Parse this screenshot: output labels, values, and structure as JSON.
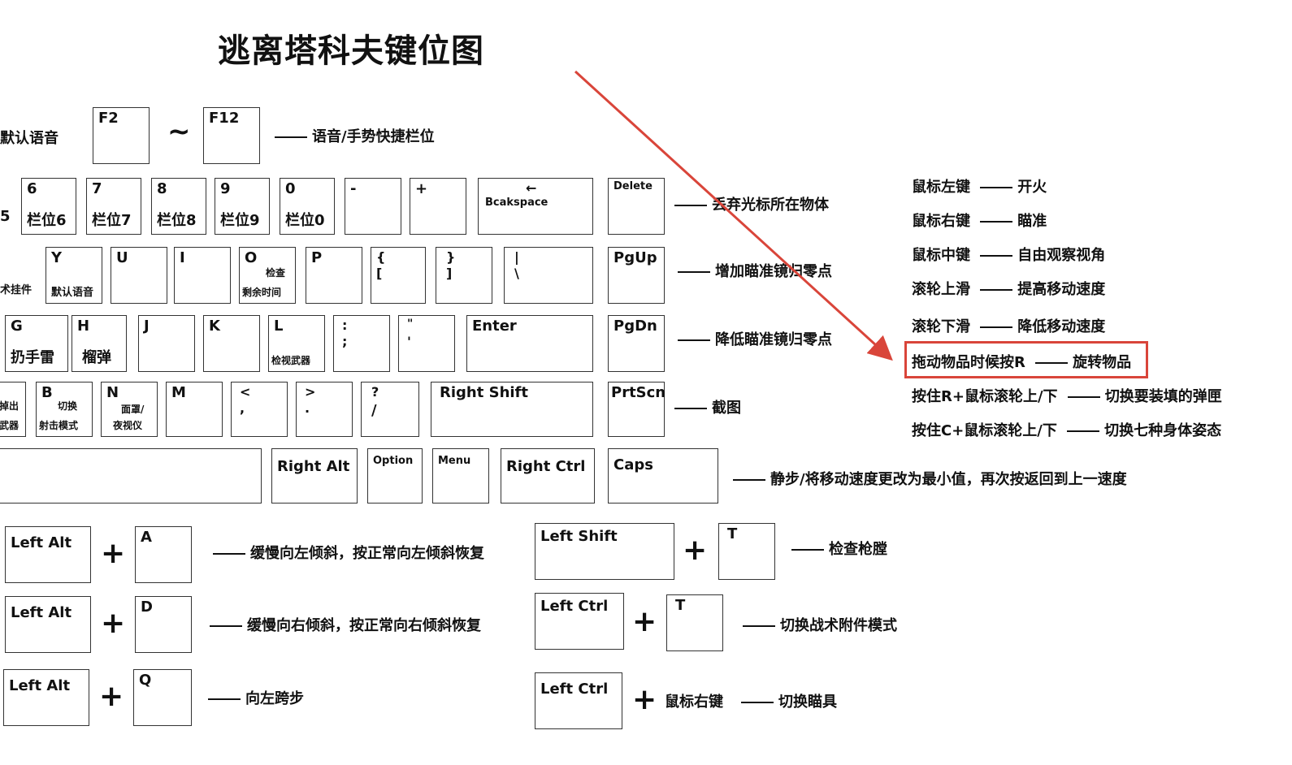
{
  "title": "逃离塔科夫键位图",
  "fkeys": {
    "left_fragment": "默认语音",
    "f2": "F2",
    "tilde": "~",
    "f12": "F12",
    "desc": "语音/手势快捷栏位"
  },
  "row_numbers": {
    "frag_left": "5",
    "k6_top": "6",
    "k6_bot": "栏位6",
    "k7_top": "7",
    "k7_bot": "栏位7",
    "k8_top": "8",
    "k8_bot": "栏位8",
    "k9_top": "9",
    "k9_bot": "栏位9",
    "k0_top": "0",
    "k0_bot": "栏位0",
    "minus": "-",
    "plus": "+",
    "backspace_arrow": "←",
    "backspace": "Bcakspace",
    "delete": "Delete",
    "delete_desc": "丢弃光标所在物体"
  },
  "row_qwerty": {
    "frag_left": "术挂件",
    "y_top": "Y",
    "y_bot": "默认语音",
    "u": "U",
    "i": "I",
    "o_top": "O",
    "o_side": "检查",
    "o_bot": "剩余时间",
    "p": "P",
    "lbrace": "{",
    "lbracket": "[",
    "rbrace": "}",
    "rbracket": "]",
    "pipe": "|",
    "backslash": "\\",
    "pgup": "PgUp",
    "pgup_desc": "增加瞄准镜归零点"
  },
  "row_home": {
    "g_top": "G",
    "g_bot": "扔手雷",
    "h_top": "H",
    "h_bot": "榴弹",
    "j": "J",
    "k": "K",
    "l_top": "L",
    "l_bot": "检视武器",
    "colon": ":",
    "semicolon": ";",
    "quote": "\"",
    "apos": "'",
    "enter": "Enter",
    "pgdn": "PgDn",
    "pgdn_desc": "降低瞄准镜归零点"
  },
  "row_bottom": {
    "frag_left_1": "掉出",
    "frag_left_2": "武器",
    "b_top": "B",
    "b_side": "切换",
    "b_bot": "射击模式",
    "n_top": "N",
    "n_side": "面罩/",
    "n_bot": "夜视仪",
    "m": "M",
    "lt": "<",
    "comma": ",",
    "gt": ">",
    "dot": ".",
    "question": "?",
    "slash": "/",
    "rshift": "Right Shift",
    "prtscn": "PrtScn",
    "prtscn_desc": "截图"
  },
  "row_space": {
    "ralt": "Right Alt",
    "option": "Option",
    "menu": "Menu",
    "rctrl": "Right Ctrl",
    "caps": "Caps",
    "caps_desc": "静步/将移动速度更改为最小值，再次按返回到上一速度"
  },
  "mouse": [
    {
      "key": "鼠标左键",
      "action": "开火"
    },
    {
      "key": "鼠标右键",
      "action": "瞄准"
    },
    {
      "key": "鼠标中键",
      "action": "自由观察视角"
    },
    {
      "key": "滚轮上滑",
      "action": "提高移动速度"
    },
    {
      "key": "滚轮下滑",
      "action": "降低移动速度"
    },
    {
      "key": "拖动物品时候按R",
      "action": "旋转物品"
    },
    {
      "key": "按住R+鼠标滚轮上/下",
      "action": "切换要装填的弹匣"
    },
    {
      "key": "按住C+鼠标滚轮上/下",
      "action": "切换七种身体姿态"
    }
  ],
  "combos": [
    {
      "mod": "Left Alt",
      "plus": "+",
      "key": "A",
      "desc": "缓慢向左倾斜，按正常向左倾斜恢复"
    },
    {
      "mod": "Left Alt",
      "plus": "+",
      "key": "D",
      "desc": "缓慢向右倾斜，按正常向右倾斜恢复"
    },
    {
      "mod": "Left Alt",
      "plus": "+",
      "key": "Q",
      "desc": "向左跨步"
    },
    {
      "mod": "Left Shift",
      "plus": "+",
      "key": "T",
      "desc": "检查枪膛"
    },
    {
      "mod": "Left Ctrl",
      "plus": "+",
      "key": "T",
      "desc": "切换战术附件模式"
    },
    {
      "mod": "Left Ctrl",
      "plus": "+",
      "key": "鼠标右键",
      "desc": "切换瞄具"
    }
  ],
  "colors": {
    "arrow": "#d9453a",
    "highlight": "#d9453a",
    "border": "#333333"
  }
}
